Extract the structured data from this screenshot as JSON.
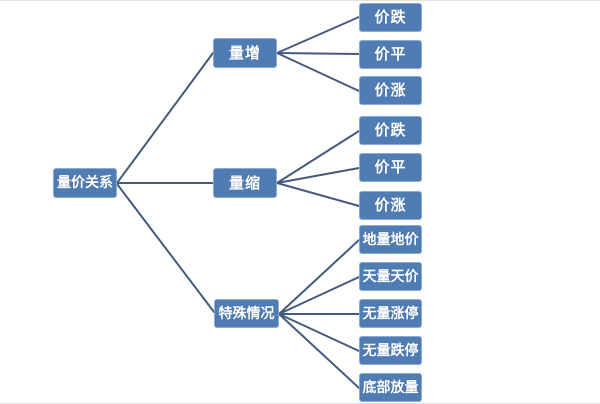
{
  "diagram": {
    "title": "volume-price relationship tree",
    "root": {
      "label": "量价关系"
    },
    "branches": [
      {
        "label": "量增",
        "children": [
          {
            "label": "价跌"
          },
          {
            "label": "价平"
          },
          {
            "label": "价涨"
          }
        ]
      },
      {
        "label": "量缩",
        "children": [
          {
            "label": "价跌"
          },
          {
            "label": "价平"
          },
          {
            "label": "价涨"
          }
        ]
      },
      {
        "label": "特殊情况",
        "children": [
          {
            "label": "地量地价"
          },
          {
            "label": "天量天价"
          },
          {
            "label": "无量涨停"
          },
          {
            "label": "无量跌停"
          },
          {
            "label": "底部放量"
          }
        ]
      }
    ],
    "colors": {
      "node_fill": "#4e7cb3",
      "node_border": "#8aabd3",
      "node_text": "#ffffff",
      "connector": "#465b7c",
      "background": "#ffffff"
    }
  }
}
